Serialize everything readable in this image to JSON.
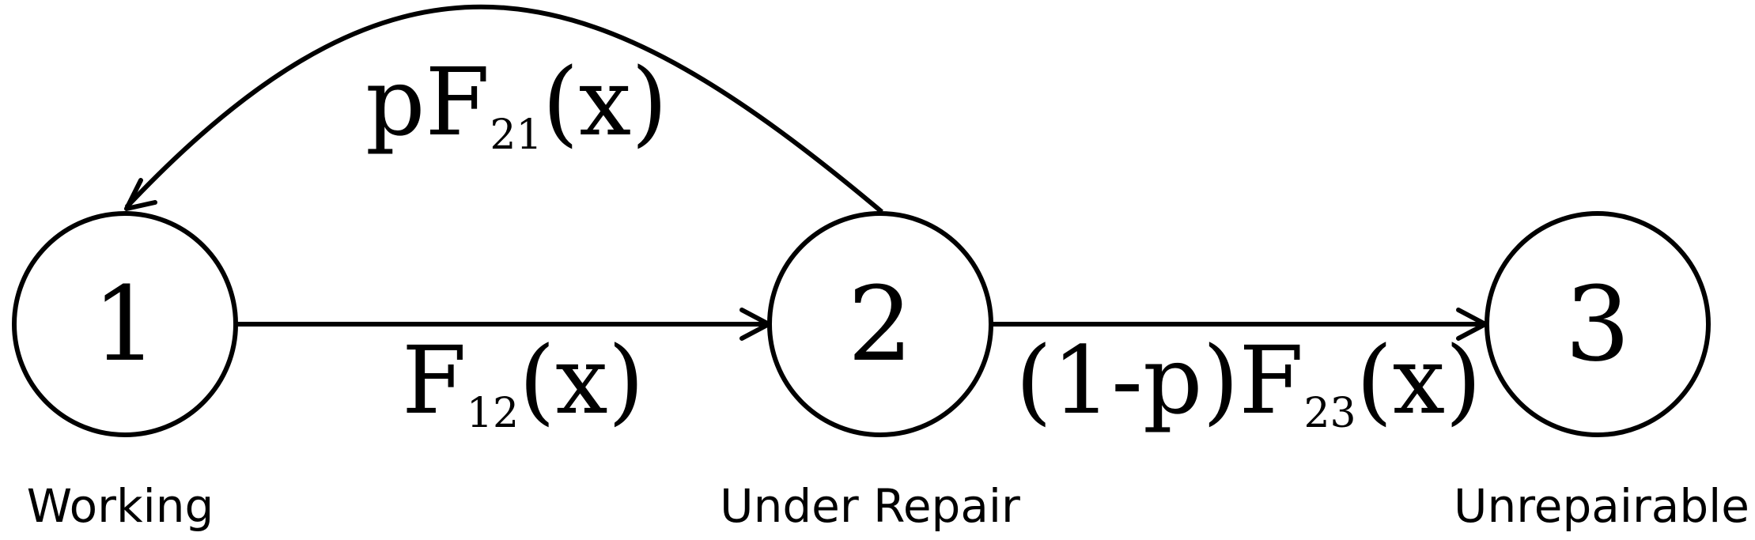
{
  "states": [
    {
      "id": "1",
      "number": "1",
      "caption": "Working"
    },
    {
      "id": "2",
      "number": "2",
      "caption": "Under Repair"
    },
    {
      "id": "3",
      "number": "3",
      "caption": "Unrepairable"
    }
  ],
  "edges": {
    "e12": {
      "from": "1",
      "to": "2",
      "prefix": "F",
      "sub": "12",
      "suffix": "(x)"
    },
    "e21": {
      "from": "2",
      "to": "1",
      "prefix": "pF",
      "sub": "21",
      "suffix": "(x)"
    },
    "e23": {
      "from": "2",
      "to": "3",
      "prefix": "(1-p)F",
      "sub": "23",
      "suffix": "(x)"
    }
  }
}
